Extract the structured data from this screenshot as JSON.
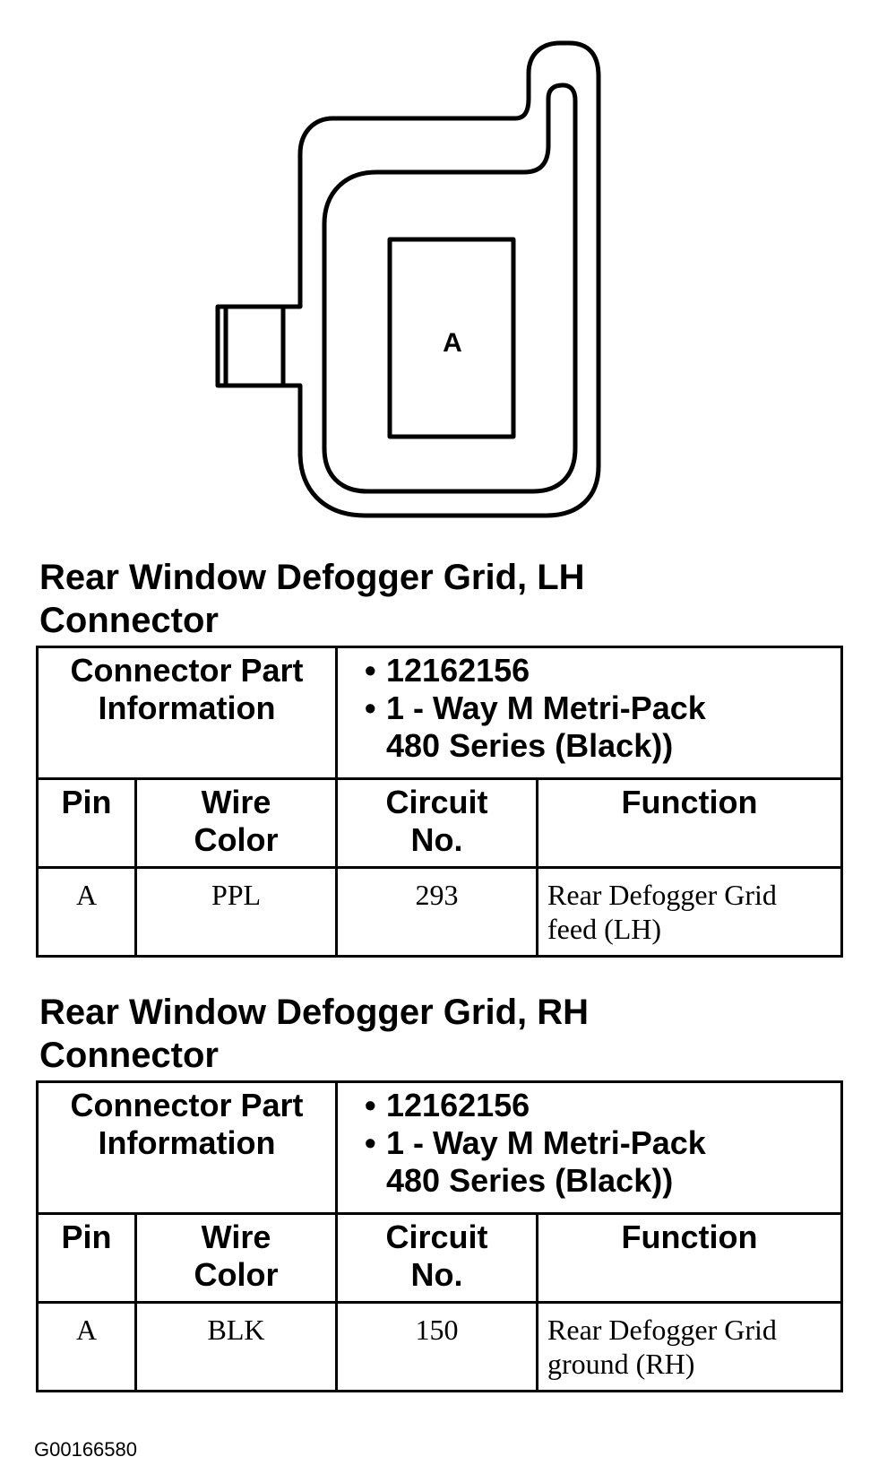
{
  "diagram": {
    "pin_label": "A"
  },
  "tables": [
    {
      "title_line1": "Rear Window Defogger Grid, LH",
      "title_line2": "Connector",
      "part_info_label_line1": "Connector Part",
      "part_info_label_line2": "Information",
      "part_number": "12162156",
      "part_desc_line1": "1 - Way M Metri-Pack",
      "part_desc_line2": "480 Series (Black))",
      "headers": {
        "pin": "Pin",
        "wire_color_line1": "Wire",
        "wire_color_line2": "Color",
        "circuit_line1": "Circuit",
        "circuit_line2": "No.",
        "function": "Function"
      },
      "rows": [
        {
          "pin": "A",
          "wire_color": "PPL",
          "circuit": "293",
          "function_line1": "Rear Defogger Grid",
          "function_line2": "feed (LH)"
        }
      ]
    },
    {
      "title_line1": "Rear Window Defogger Grid, RH",
      "title_line2": "Connector",
      "part_info_label_line1": "Connector Part",
      "part_info_label_line2": "Information",
      "part_number": "12162156",
      "part_desc_line1": "1 - Way M Metri-Pack",
      "part_desc_line2": "480 Series (Black))",
      "headers": {
        "pin": "Pin",
        "wire_color_line1": "Wire",
        "wire_color_line2": "Color",
        "circuit_line1": "Circuit",
        "circuit_line2": "No.",
        "function": "Function"
      },
      "rows": [
        {
          "pin": "A",
          "wire_color": "BLK",
          "circuit": "150",
          "function_line1": "Rear Defogger Grid",
          "function_line2": "ground (RH)"
        }
      ]
    }
  ],
  "figure_code": "G00166580"
}
